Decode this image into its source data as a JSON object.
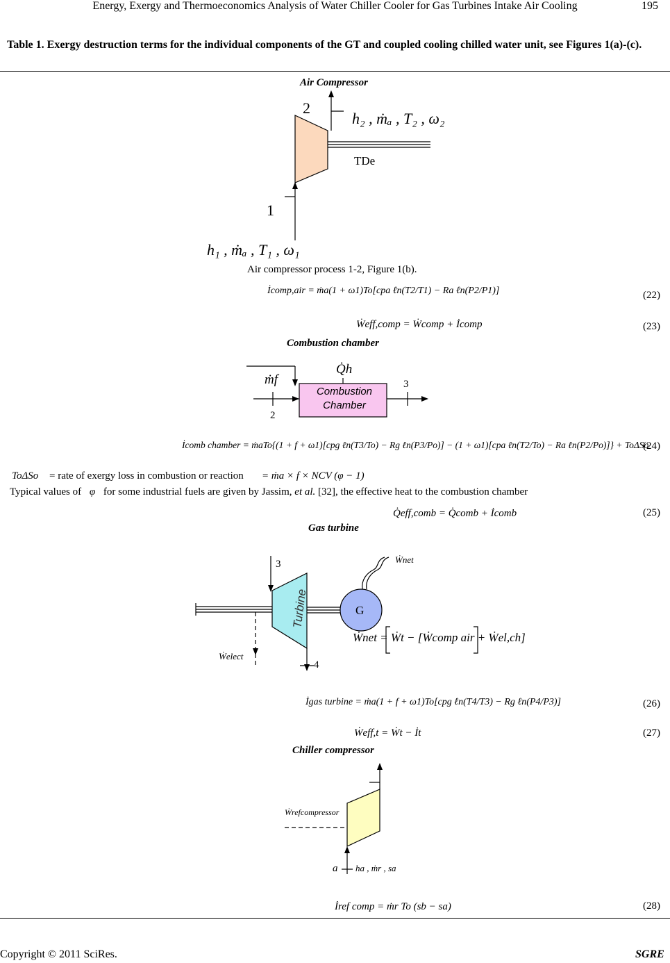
{
  "header": {
    "title": "Energy, Exergy and Thermoeconomics Analysis of Water Chiller Cooler for Gas Turbines Intake Air Cooling",
    "page_number": "195"
  },
  "caption": "Table 1. Exergy destruction terms for the individual components of the GT and coupled cooling chilled water unit, see Figures 1(a)-(c).",
  "sections": {
    "air_compressor": {
      "title": "Air Compressor",
      "node_in": "1",
      "node_out": "2",
      "state_out": "h₂ , ṁₐ , T₂ , ω₂",
      "state_in": "h₁ , ṁₐ , T₁ , ω₁",
      "td_label": "TDe",
      "process_text": "Air compressor process 1-2, Figure 1(b).",
      "eq22": "İcomp,air = ṁa(1 + ω1)To[cpa ℓn(T2/T1) − Ra ℓn(P2/P1)]",
      "eq22_no": "(22)",
      "eq23": "Ẇeff,comp = Ẇcomp + İcomp",
      "eq23_no": "(23)"
    },
    "combustion": {
      "title": "Combustion chamber",
      "fuel": "ṁf",
      "heat": "Q̇h",
      "box_line1": "Combustion",
      "box_line2": "Chamber",
      "node_in": "2",
      "node_out": "3",
      "eq24": "İcomb chamber = ṁaTo{(1 + f + ω1)[cpg ℓn(T3/To) − Rg ℓn(P3/Po)] − (1 + ω1)[cpa ℓn(T2/To) − Ra ℓn(P2/Po)]} + ToΔSo",
      "eq24_no": "(24)",
      "toso_label": "ToΔSo",
      "toso_text": "= rate of exergy loss in combustion or reaction",
      "toso_eq": "= ṁa × f × NCV (φ − 1)",
      "typical_pre": "Typical values of",
      "phi": "φ",
      "typical_post": "for some industrial fuels are given by Jassim,",
      "etal": "et al.",
      "typical_tail": "[32], the effective heat to the combustion chamber",
      "eq25": "Q̇eff,comb = Q̇comb + İcomb",
      "eq25_no": "(25)"
    },
    "gas_turbine": {
      "title": "Gas turbine",
      "node_in": "3",
      "node_out": "4",
      "turbine_label": "Turbine",
      "generator_label": "G",
      "w_net": "Ẇnet",
      "w_elect": "Ẇelect",
      "power_balance": "Ẇnet = Ẇt − [Ẇcomp air + Ẇel,ch]",
      "eq26": "İgas turbine = ṁa(1 + f + ω1)To[cpg ℓn(T4/T3) − Rg ℓn(P4/P3)]",
      "eq26_no": "(26)",
      "eq27": "Ẇeff,t = Ẇt − İt",
      "eq27_no": "(27)"
    },
    "chiller": {
      "title": "Chiller compressor",
      "w_ref": "Ẇrefcompressor",
      "node_in": "a",
      "state_in": "ha , ṁr , sa",
      "eq28": "İref comp = ṁr To (sb − sa)",
      "eq28_no": "(28)"
    }
  },
  "footer": {
    "copyright": "Copyright © 2011 SciRes.",
    "journal": "SGRE"
  },
  "colors": {
    "compressor_fill": "#fcd9bd",
    "combustion_fill": "#f9c6ef",
    "turbine_fill": "#a8ecf0",
    "generator_fill": "#a6b8f7",
    "chiller_fill": "#fefdc0"
  }
}
